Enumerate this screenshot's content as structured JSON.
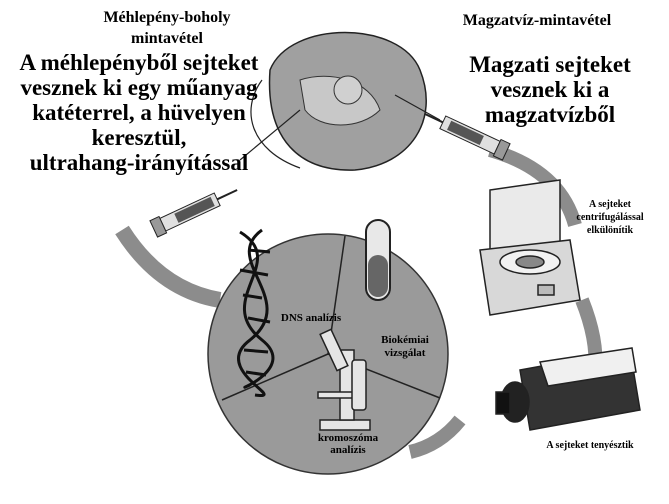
{
  "left_panel": {
    "title_line1": "Méhlepény-boholy",
    "title_line2": "mintavétel",
    "desc_line1": "A méhlepényből sejteket",
    "desc_line2": "vesznek ki egy műanyag",
    "desc_line3": "katéterrel, a hüvelyen",
    "desc_line4": "keresztül,",
    "desc_line5": "ultrahang-irányítással"
  },
  "right_panel": {
    "title": "Magzatvíz-mintavétel",
    "desc_line1": "Magzati sejteket",
    "desc_line2": "vesznek ki a",
    "desc_line3": "magzatvízből"
  },
  "centrifuge": {
    "label_line1": "A sejteket",
    "label_line2": "centrifugálással",
    "label_line3": "elkülönítik"
  },
  "culture": {
    "label": "A sejteket tenyésztik"
  },
  "analysis": {
    "dna": "DNS analízis",
    "biochem_line1": "Biokémiai",
    "biochem_line2": "vizsgálat",
    "chromo_line1": "kromoszóma",
    "chromo_line2": "analízis"
  },
  "colors": {
    "arrow_gray": "#8c8c8c",
    "disc_gray": "#9a9a9a",
    "uterus_gray": "#a0a0a0"
  }
}
